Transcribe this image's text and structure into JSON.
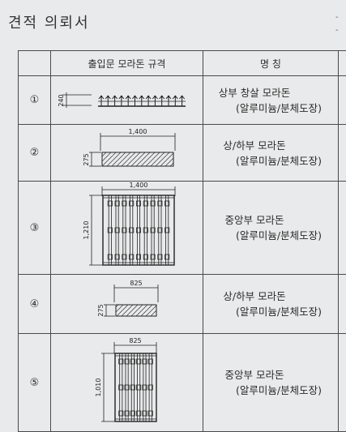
{
  "document": {
    "title": "견적 의뢰서",
    "header_marks": [
      "-",
      "-"
    ]
  },
  "table": {
    "headers": {
      "number": "",
      "spec": "출입문 모라돈 규격",
      "name": "명  칭"
    },
    "rows": [
      {
        "no": "①",
        "name_line1": "상부 창살 모라돈",
        "name_line2": "(알루미늄/분체도장)",
        "dims": {
          "height": "240"
        }
      },
      {
        "no": "②",
        "name_line1": "상/하부 모라돈",
        "name_line2": "(알루미늄/분체도장)",
        "dims": {
          "width": "1,400",
          "height": "275"
        }
      },
      {
        "no": "③",
        "name_line1": "중앙부 모라돈",
        "name_line2": "(알루미늄/분체도장)",
        "dims": {
          "width": "1,400",
          "height": "1,210"
        }
      },
      {
        "no": "④",
        "name_line1": "상/하부 모라돈",
        "name_line2": "(알루미늄/분체도장)",
        "dims": {
          "width": "825",
          "height": "275"
        }
      },
      {
        "no": "⑤",
        "name_line1": "중앙부 모라돈",
        "name_line2": "(알루미늄/분체도장)",
        "dims": {
          "width": "825",
          "height": "1,010"
        }
      }
    ]
  }
}
